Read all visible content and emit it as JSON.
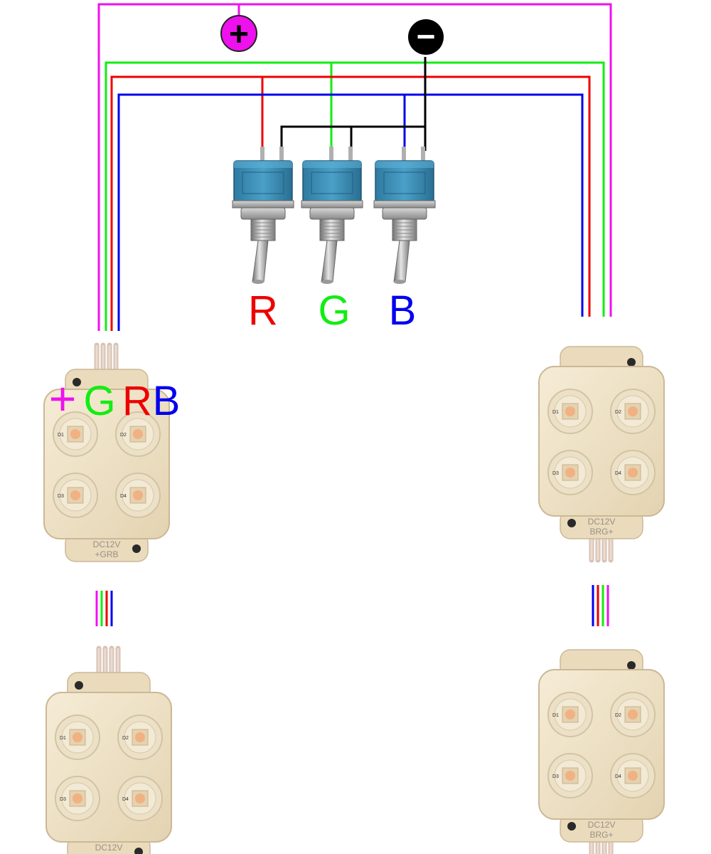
{
  "diagram": {
    "terminals": {
      "plus_symbol": "+",
      "minus_symbol": "−"
    },
    "switch_labels": [
      "R",
      "G",
      "B"
    ],
    "header_labels": [
      "+",
      "G",
      "R",
      "B"
    ],
    "module_text": {
      "voltage": "DC12V",
      "pin_order": "+GRB",
      "pin_order_flipped": "BRG+"
    },
    "led_designators": [
      "D1",
      "D2",
      "D3",
      "D4"
    ],
    "wire_colors": {
      "plus": "#ee11ee",
      "minus": "#000000",
      "red": "#ee0000",
      "green": "#11ee11",
      "blue": "#0000ee"
    },
    "module_color": "#efe3c8",
    "switch_color": "#3b8cb3"
  }
}
